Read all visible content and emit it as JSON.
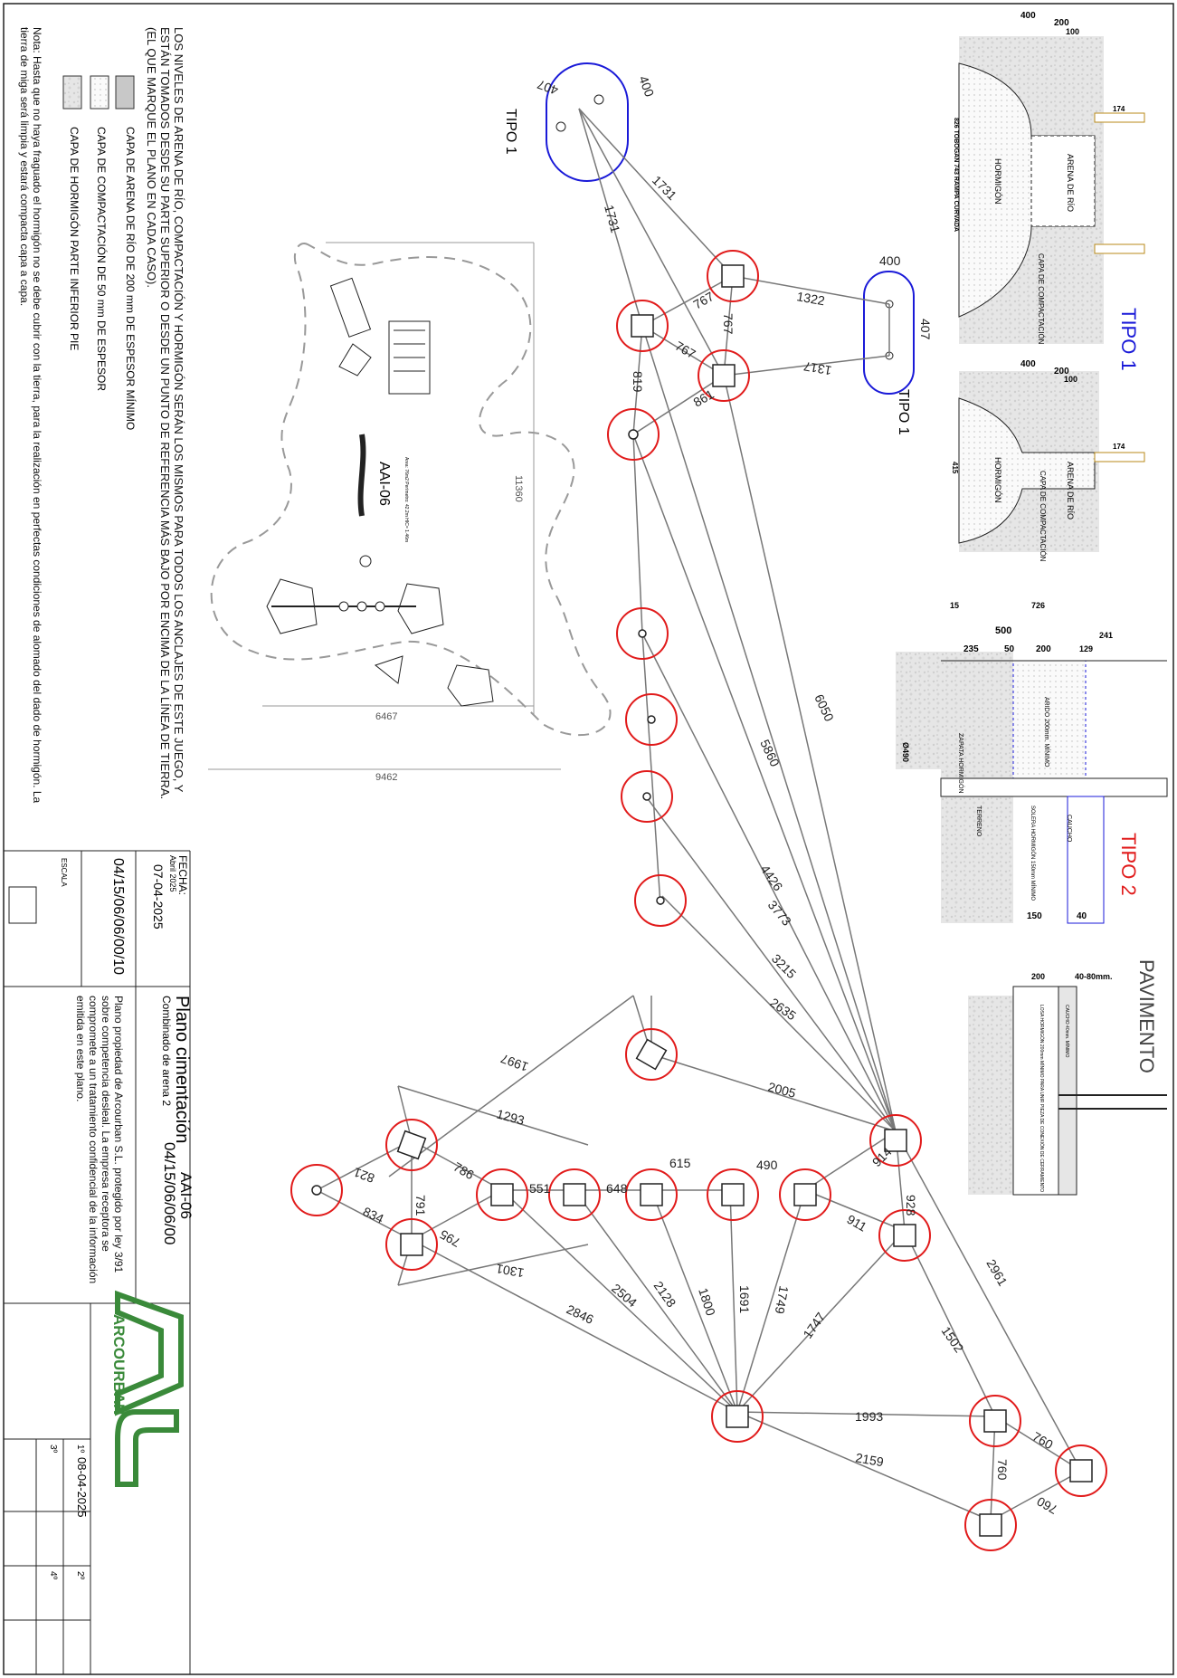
{
  "notes": {
    "levels": "LOS NIVELES DE ARENA DE RÍO, COMPACTACIÓN Y HORMIGÓN SERÁN LOS MISMOS PARA TODOS LOS ANCLAJES DE ESTE JUEGO, Y ESTÁN TOMADOS DESDE SU PARTE SUPERIOR O DESDE UN PUNTO DE REFERENCIA MÁS BAJO POR ENCIMA DE LA LÍNEA DE TIERRA. (EL QUE MARQUE EL PLANO EN CADA CASO).",
    "legend": [
      "CAPA DE ARENA DE RÍO DE 200 mm DE ESPESOR MÍNIMO",
      "CAPA DE COMPACTACIÓN DE 50 mm DE ESPESOR",
      "CAPA DE HORMIGÓN PARTE INFERIOR PIE"
    ],
    "footnote": "Nota: Hasta que no haya fraguado el hormigón no se debe cubrir con la tierra, para la realización en perfectas condiciones de alomado del dado de hormigón. La tierra de miga será limpia y estará compacta capa a capa."
  },
  "title_block": {
    "fecha_label": "FECHA:",
    "fecha_sub": "Abril 2025",
    "date": "07-04-2025",
    "drawing_code": "04/15/06/06/00/10",
    "escala_label": "ESCALA",
    "title": "Plano cimentación",
    "subtitle": "Combinado de arena 2",
    "model": "AAI-06",
    "model_code": "04/15/06/06/00",
    "ownership": "Plano propiedad de Arcourban S.L. protegido por ley 3/91 sobre competencia desleal. La empresa receptora se compromete a un tratamiento confidencial de la información emitida en este plano.",
    "revisions": [
      "1º",
      "08-04-2025",
      "2º",
      "3º",
      "4º"
    ],
    "brand": "ARCOURBAN"
  },
  "overview": {
    "code": "AAI-06",
    "small_text": "Area: 76m2 Perímetro: 42.2m HIC= 1.46m",
    "dims": [
      "11360",
      "6467",
      "9462"
    ]
  },
  "details": {
    "tipo1_title": "TIPO 1",
    "tipo2_title": "TIPO 2",
    "pavimento_title": "PAVIMENTO",
    "tipo1_top": {
      "dims": [
        "400",
        "200",
        "100",
        "174"
      ],
      "labels": [
        "HORMIGÓN",
        "ARENA DE RÍO",
        "CAPA DE COMPACTACIÓN",
        "826 TOBOGAN 743 RAMPA CURVADA"
      ]
    },
    "tipo1_bottom": {
      "dims": [
        "400",
        "200",
        "100",
        "174",
        "415"
      ],
      "labels": [
        "HORMIGÓN",
        "ARENA DE RÍO",
        "CAPA DE COMPACTACIÓN"
      ]
    },
    "tipo2": {
      "dims": [
        "15",
        "726",
        "500",
        "241",
        "235",
        "50",
        "200",
        "129",
        "Ø490",
        "150",
        "40"
      ],
      "labels": [
        "ZAPATA HORMIGÓN",
        "ARIDO 200mm. MÍNIMO",
        "TERRENO",
        "SOLERA HORMIGÓN 150mm MÍNIMO",
        "CAUCHO"
      ]
    },
    "pavimento": {
      "dims": [
        "200",
        "40-80mm."
      ],
      "labels": [
        "LOSA HORMIGÓN 200mm MÍNIMO PARA UNIR PIEZA DE CONEXIÓN DE CERRAMIENTO",
        "CAUCHO 40mm. MÍNIMO"
      ]
    }
  },
  "plan": {
    "tipo1_labels": [
      "TIPO 1",
      "TIPO 1"
    ],
    "dims": [
      "407",
      "400",
      "1731",
      "1731",
      "400",
      "407",
      "1322",
      "1317",
      "767",
      "767",
      "767",
      "819",
      "861",
      "6050",
      "5860",
      "4426",
      "3773",
      "3215",
      "2635",
      "2005",
      "1997",
      "1293",
      "914",
      "928",
      "911",
      "615",
      "490",
      "648",
      "551",
      "786",
      "821",
      "791",
      "834",
      "795",
      "1301",
      "2504",
      "2128",
      "1800",
      "1691",
      "1749",
      "1747",
      "2846",
      "1502",
      "2961",
      "1993",
      "2159",
      "760",
      "760",
      "760"
    ]
  },
  "colors": {
    "anchor_circle": "#e11b1b",
    "tipo1": "#1a1ad8",
    "tipo2_title": "#e11b1b",
    "line": "#777777",
    "brand": "#3a8a3a",
    "dim_text": "#222222"
  }
}
